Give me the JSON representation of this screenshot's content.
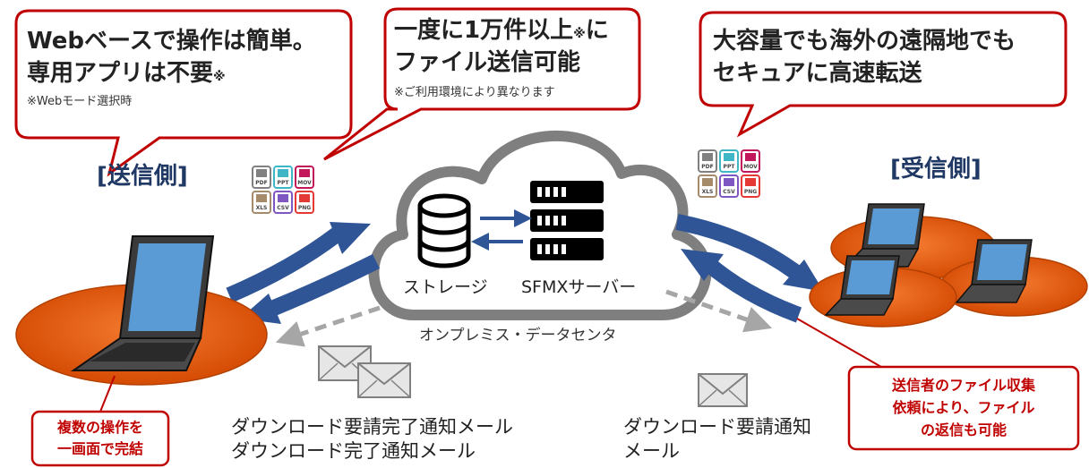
{
  "callouts": {
    "left": {
      "line1": "Webベースで操作は簡単。",
      "line2": "専用アプリは不要",
      "mark": "※",
      "note": "※Webモード選択時"
    },
    "center": {
      "line1": "一度に1万件以上",
      "line1_mark": "※",
      "line1_tail": "に",
      "line2": "ファイル送信可能",
      "note": "※ご利用環境により異なります"
    },
    "right": {
      "line1": "大容量でも海外の遠隔地でも",
      "line2": "セキュアに高速転送"
    }
  },
  "sender_label": "[送信側]",
  "receiver_label": "[受信側]",
  "cloud": {
    "storage_label": "ストレージ",
    "server_label": "SFMXサーバー",
    "datacenter_label": "オンプレミス・データセンタ"
  },
  "file_icons": [
    {
      "label": "PDF",
      "color": "#808080"
    },
    {
      "label": "PPT",
      "color": "#3fb6c6"
    },
    {
      "label": "MOV",
      "color": "#c2185b"
    },
    {
      "label": "XLS",
      "color": "#a58b6a"
    },
    {
      "label": "CSV",
      "color": "#7e57c2"
    },
    {
      "label": "PNG",
      "color": "#e53935"
    }
  ],
  "notes": {
    "sender_box_line1": "複数の操作を",
    "sender_box_line2": "一画面で完結",
    "receiver_box_line1": "送信者のファイル収集",
    "receiver_box_line2": "依頼により、ファイル",
    "receiver_box_line3": "の返信も可能"
  },
  "mails": {
    "left_line1": "ダウンロード要請完了通知メール",
    "left_line2": "ダウンロード完了通知メール",
    "right_line1": "ダウンロード要請通知",
    "right_line2": "メール"
  },
  "colors": {
    "callout_border": "#c00000",
    "arrow_blue": "#2f5597",
    "disc_orange": "#e35306",
    "cloud_border": "#7f7f7f",
    "dashed_arrow": "#a6a6a6"
  }
}
